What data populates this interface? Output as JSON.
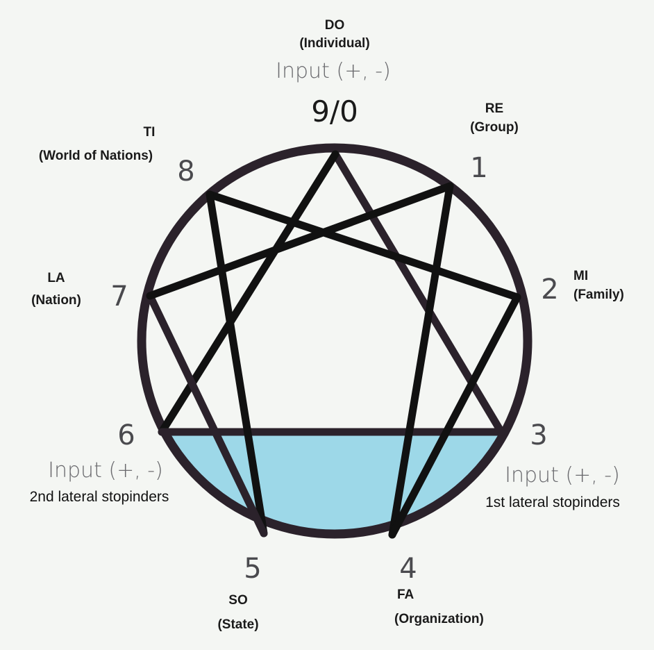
{
  "colors": {
    "circle": "#2b222b",
    "lines": "#111111",
    "fill": "#9dd8e8",
    "background": "#f4f6f3"
  },
  "points": [
    {
      "number": "9/0",
      "code": "DO",
      "name": "(Individual)",
      "input": "Input (+, -)"
    },
    {
      "number": "1",
      "code": "RE",
      "name": "(Group)"
    },
    {
      "number": "2",
      "code": "MI",
      "name": "(Family)"
    },
    {
      "number": "3",
      "input": "Input (+, -)",
      "note": "1st lateral stopinders"
    },
    {
      "number": "4",
      "code": "FA",
      "name": "(Organization)"
    },
    {
      "number": "5",
      "code": "SO",
      "name": "(State)"
    },
    {
      "number": "6",
      "input": "Input (+, -)",
      "note": "2nd lateral stopinders"
    },
    {
      "number": "7",
      "code": "LA",
      "name": "(Nation)"
    },
    {
      "number": "8",
      "code": "TI",
      "name": "(World of Nations)"
    }
  ]
}
